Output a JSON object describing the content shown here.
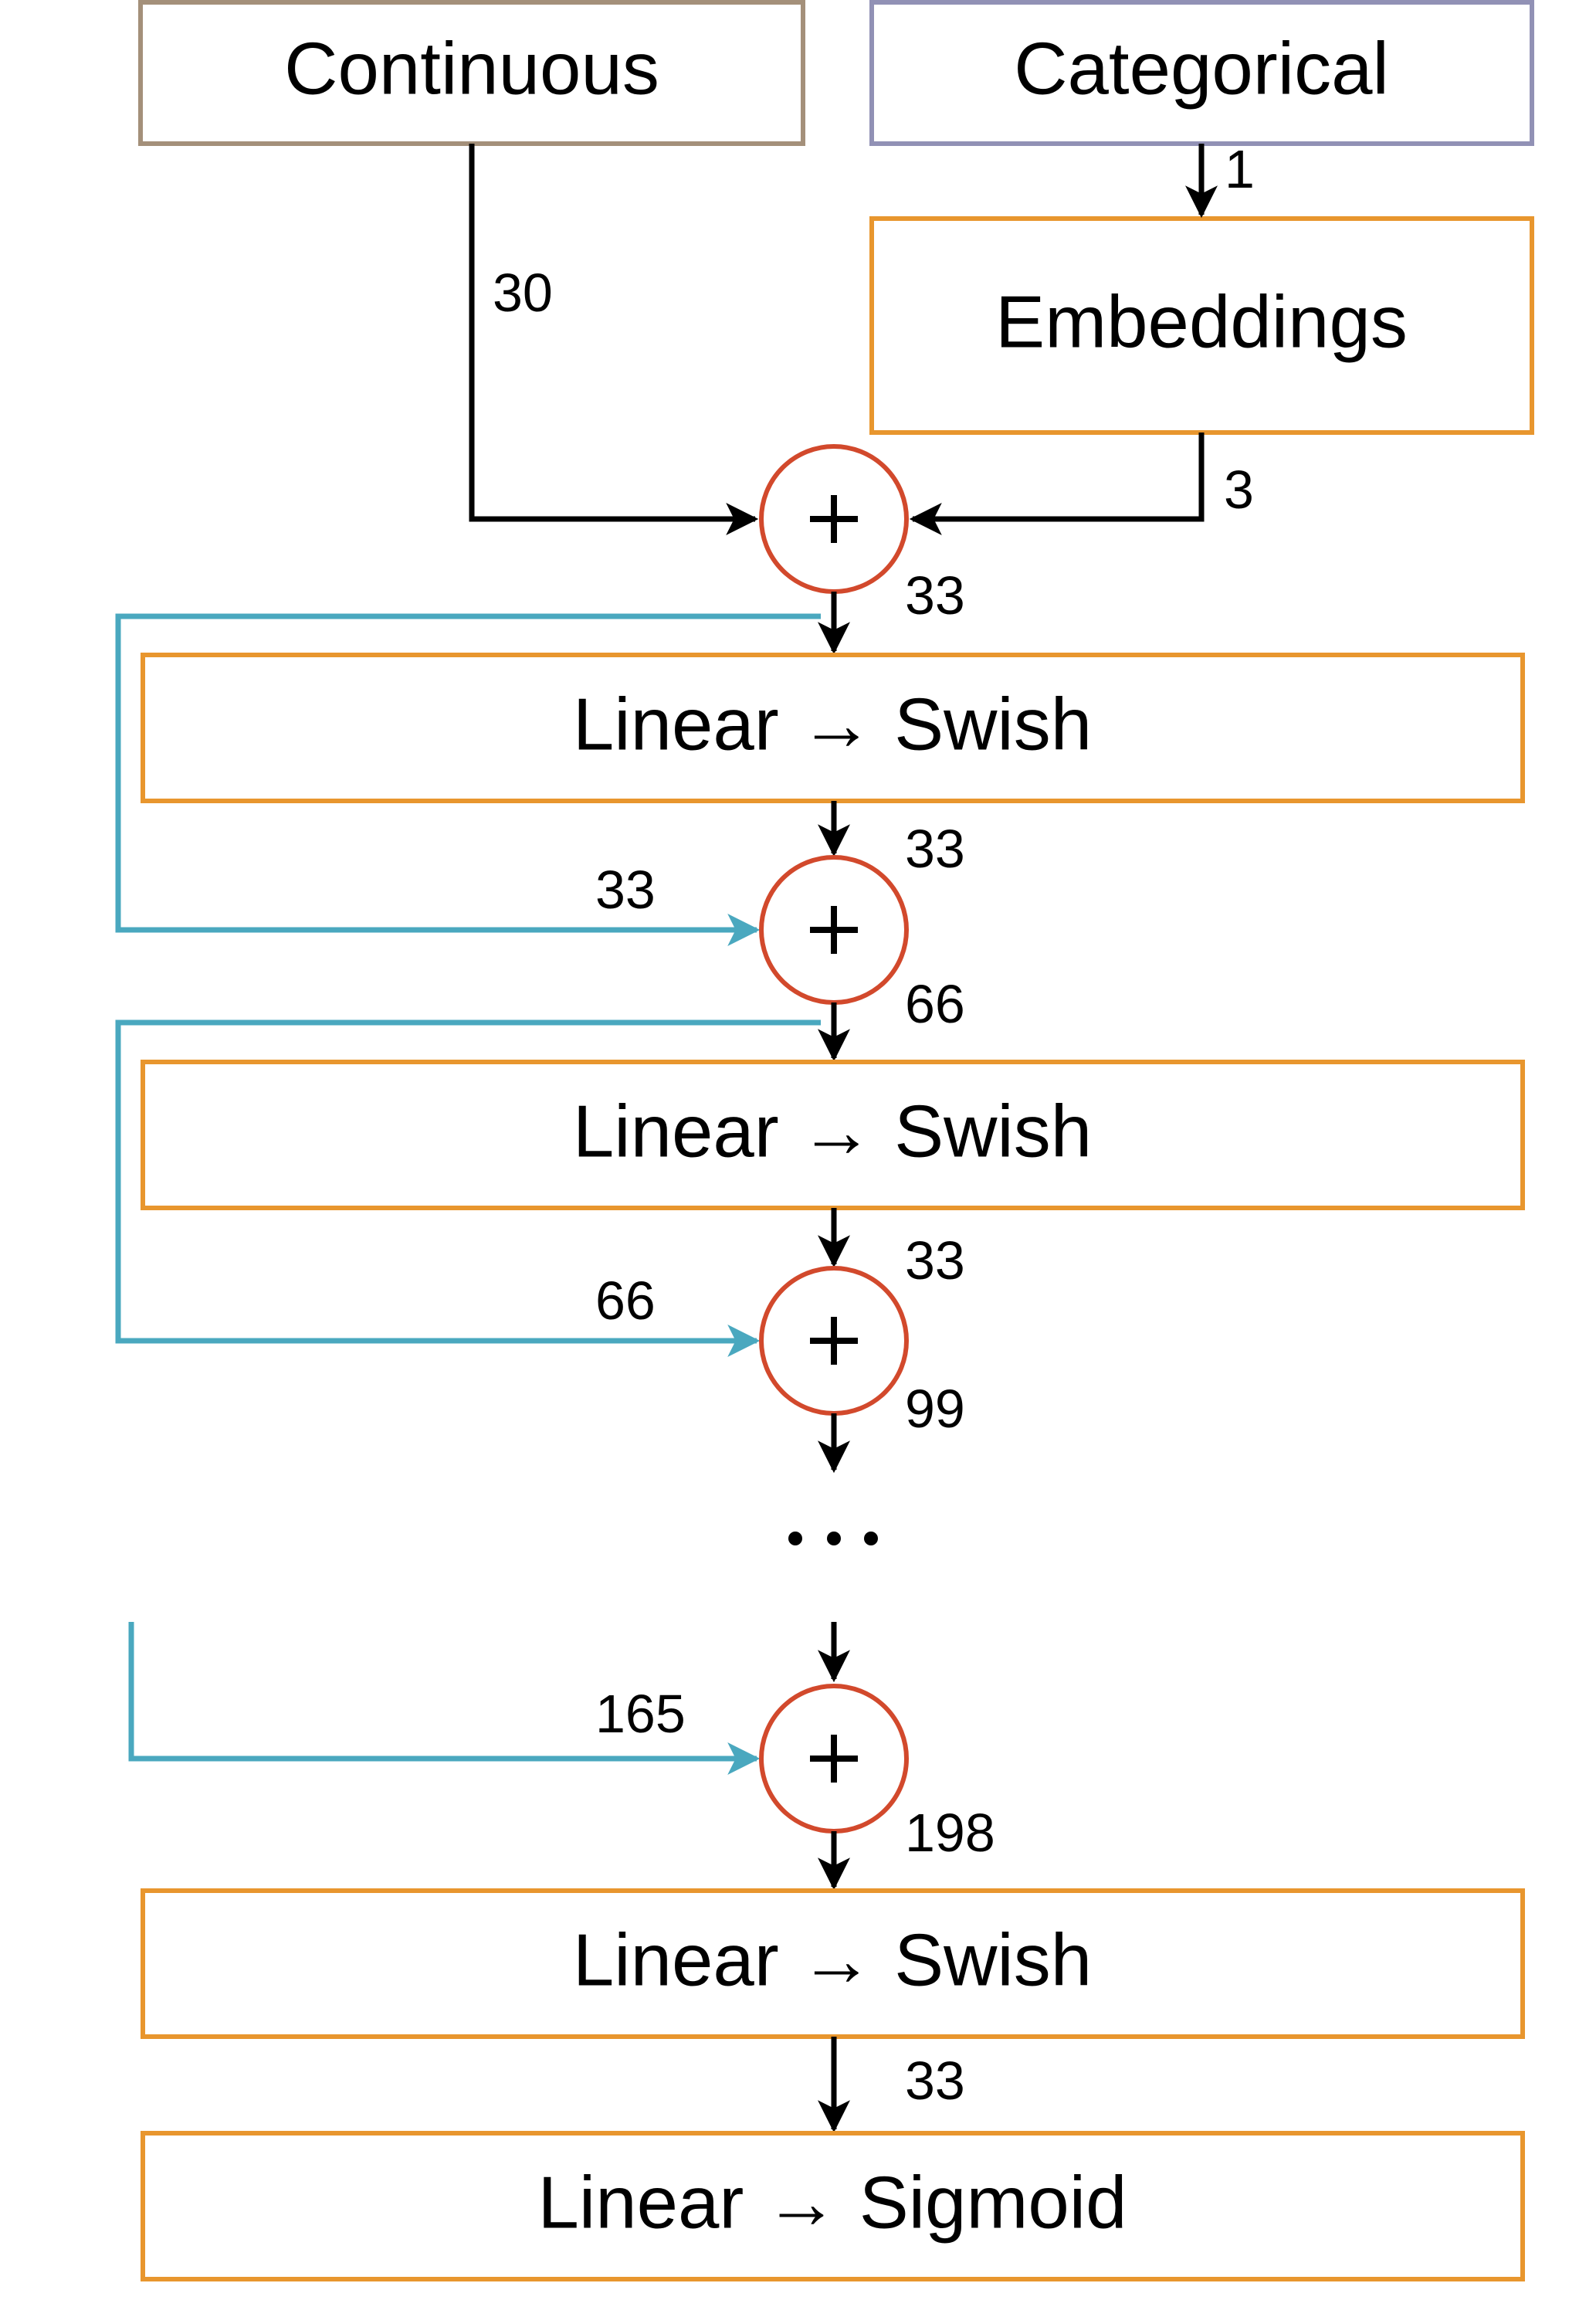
{
  "inputs": {
    "continuous": "Continuous",
    "categorical": "Categorical",
    "embeddings": "Embeddings"
  },
  "layers": {
    "l1": "Linear → Swish",
    "l2": "Linear → Swish",
    "l3": "Linear → Swish",
    "output": "Linear → Sigmoid"
  },
  "dims": {
    "categorical_out": "1",
    "continuous_out": "30",
    "embeddings_out": "3",
    "add0_out": "33",
    "l1_out": "33",
    "skip1": "33",
    "add1_out": "66",
    "l2_out": "33",
    "skip2": "66",
    "add2_out": "99",
    "skip_last": "165",
    "add_last_out": "198",
    "l3_out": "33"
  },
  "colors": {
    "continuous_border": "#a4907a",
    "categorical_border": "#9191b5",
    "layer_border": "#e8962e",
    "add_circle": "#d2492c",
    "skip_connection": "#4aa8bf"
  }
}
